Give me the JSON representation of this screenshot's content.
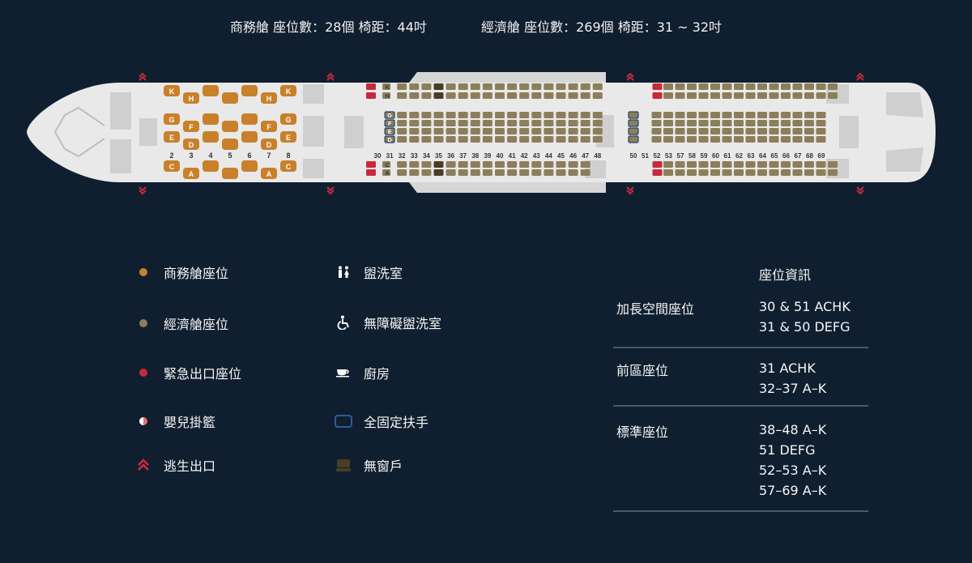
{
  "header": {
    "business": "商務艙 座位數：28個  椅距：44吋",
    "economy": "經濟艙 座位數：269個  椅距：31 ~ 32吋"
  },
  "colors": {
    "business": "#c8802a",
    "economy": "#8b7e5a",
    "exit": "#c8283a",
    "fuselage": "#e9e9e9",
    "background": "#0f1f30",
    "armrest": "#27456e"
  },
  "plane": {
    "business_letters_top": [
      "K",
      "H",
      "H",
      "K"
    ],
    "business_letters_mid": [
      "G",
      "F",
      "F",
      "G",
      "E",
      "D",
      "D",
      "E"
    ],
    "business_letters_bot": [
      "C",
      "A",
      "A",
      "C"
    ],
    "business_rows": [
      "2",
      "3",
      "4",
      "5",
      "6",
      "7",
      "8"
    ],
    "econ1_rows": [
      "30",
      "31",
      "32",
      "33",
      "34",
      "35",
      "36",
      "37",
      "38",
      "39",
      "40",
      "41",
      "42",
      "43",
      "44",
      "45",
      "46",
      "47",
      "48"
    ],
    "econ2_rows": [
      "50",
      "51",
      "52",
      "53",
      "57",
      "58",
      "59",
      "60",
      "61",
      "62",
      "63",
      "64",
      "65",
      "66",
      "67",
      "68",
      "69"
    ],
    "econ_letters": [
      "K",
      "H",
      "G",
      "F",
      "E",
      "D",
      "C",
      "A"
    ]
  },
  "legend": [
    {
      "icon": "business-seat-icon",
      "label": "商務艙座位"
    },
    {
      "icon": "economy-seat-icon",
      "label": "經濟艙座位"
    },
    {
      "icon": "exit-seat-icon",
      "label": "緊急出口座位"
    },
    {
      "icon": "bassinet-icon",
      "label": "嬰兒掛籃"
    },
    {
      "icon": "emergency-exit-icon",
      "label": "逃生出口"
    },
    {
      "icon": "lavatory-icon",
      "label": "盥洗室"
    },
    {
      "icon": "accessible-lavatory-icon",
      "label": "無障礙盥洗室"
    },
    {
      "icon": "galley-icon",
      "label": "廚房"
    },
    {
      "icon": "fixed-armrest-icon",
      "label": "全固定扶手"
    },
    {
      "icon": "no-window-icon",
      "label": "無窗戶"
    }
  ],
  "info": {
    "heading": "座位資訊",
    "rows": [
      {
        "label": "加長空間座位",
        "values": [
          "30 & 51 ACHK",
          "31 & 50 DEFG"
        ]
      },
      {
        "label": "前區座位",
        "values": [
          "31 ACHK",
          "32–37 A–K"
        ]
      },
      {
        "label": "標準座位",
        "values": [
          "38–48 A–K",
          "51 DEFG",
          "52–53 A–K",
          "57–69 A–K"
        ]
      }
    ]
  }
}
